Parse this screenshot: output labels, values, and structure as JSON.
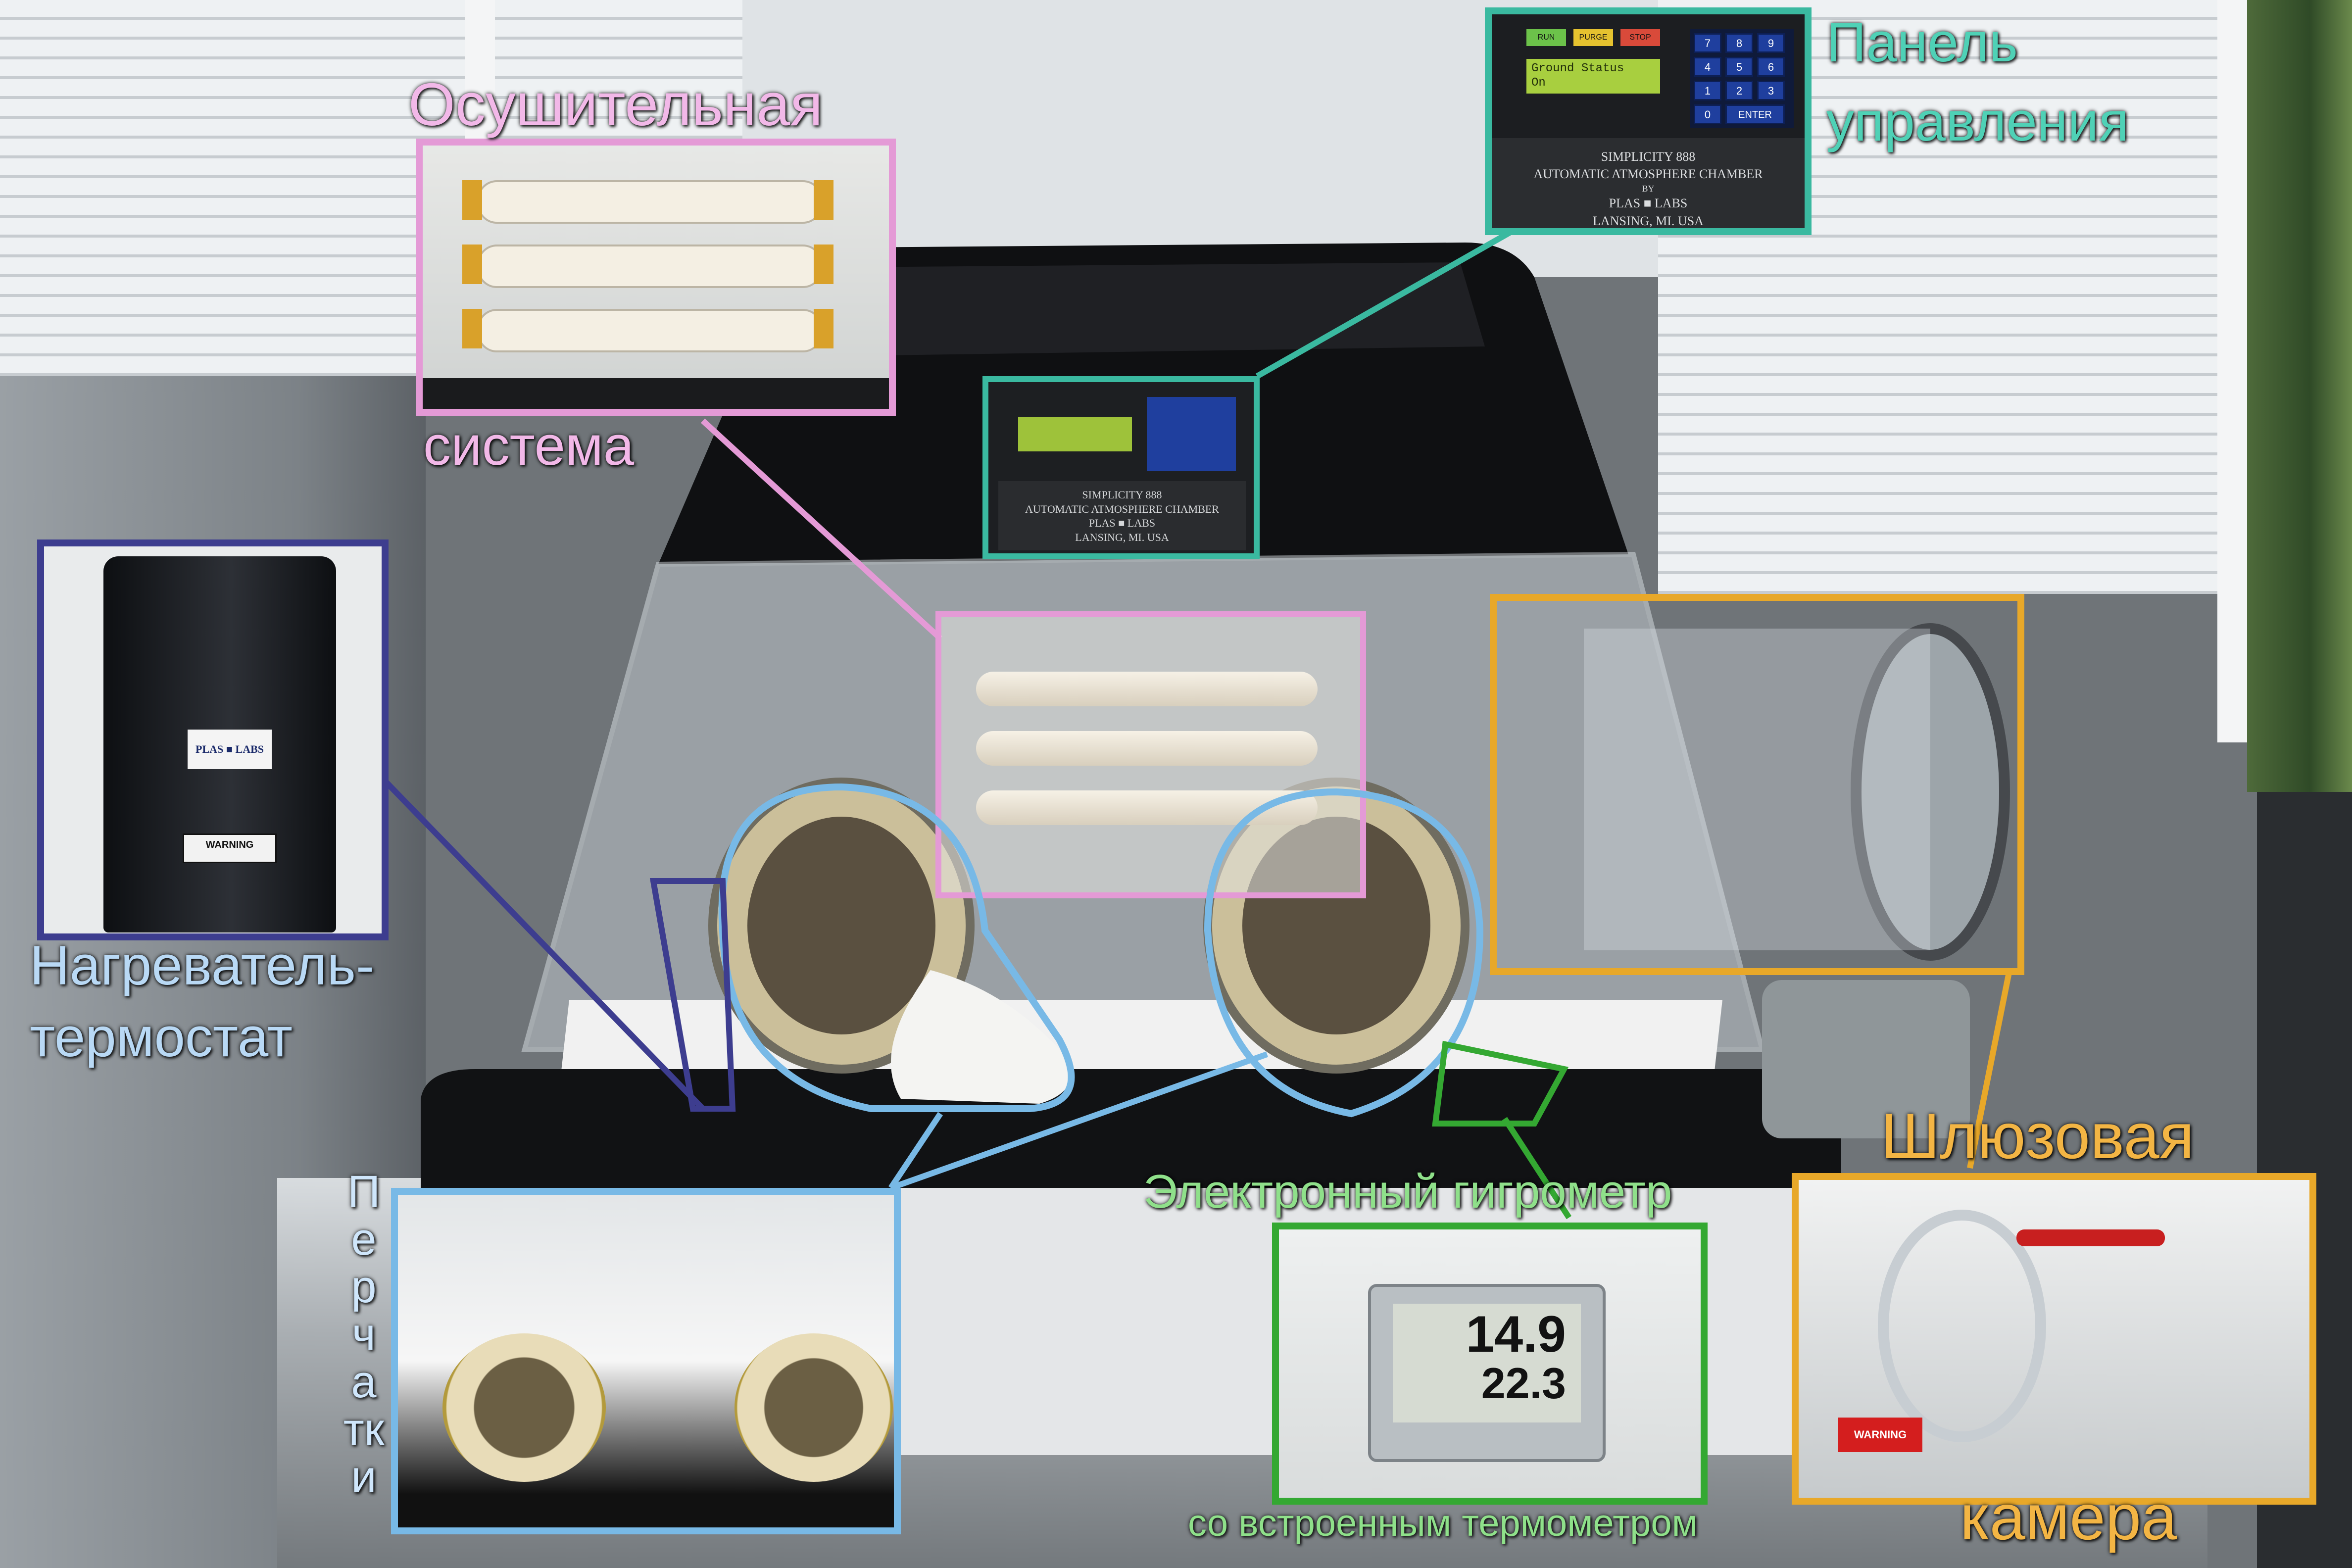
{
  "labels": {
    "drying_1": "Осушительная",
    "drying_2": "система",
    "panel_1": "Панель",
    "panel_2": "управления",
    "heater_1": "Нагреватель-",
    "heater_2": "термостат",
    "gloves": "Перчатки",
    "hygro_1": "Электронный гигрометр",
    "hygro_2": "со встроенным термометром",
    "airlock_1": "Шлюзовая",
    "airlock_2": "камера"
  },
  "device_text": {
    "model": "SIMPLICITY 888",
    "chamber": "AUTOMATIC ATMOSPHERE CHAMBER",
    "by": "BY",
    "maker": "PLAS ■ LABS",
    "city": "LANSING, MI. USA",
    "btn_run": "RUN",
    "btn_purge": "PURGE",
    "btn_stop": "STOP",
    "lcd_line1": "Ground Status",
    "lcd_line2": "On",
    "enter": "ENTER",
    "keys": [
      "7",
      "8",
      "9",
      "4",
      "5",
      "6",
      "1",
      "2",
      "3",
      "0"
    ],
    "hygro_value_top": "14.9",
    "hygro_value_bottom": "22.3",
    "warning": "WARNING",
    "heater_brand": "PLAS ■ LABS"
  },
  "colors": {
    "drying": "#e49ad6",
    "panel": "#3ab9a0",
    "heater": "#3d3d8f",
    "gloves": "#78b9e6",
    "hygro": "#34a832",
    "airlock": "#e8a829",
    "label_drying": "#f2b8e8",
    "label_panel": "#4fd1b6",
    "label_heater": "#b9d9f5",
    "label_gloves": "#cfe6fb",
    "label_hygro": "#8fe08a",
    "label_airlock": "#f3b544"
  }
}
